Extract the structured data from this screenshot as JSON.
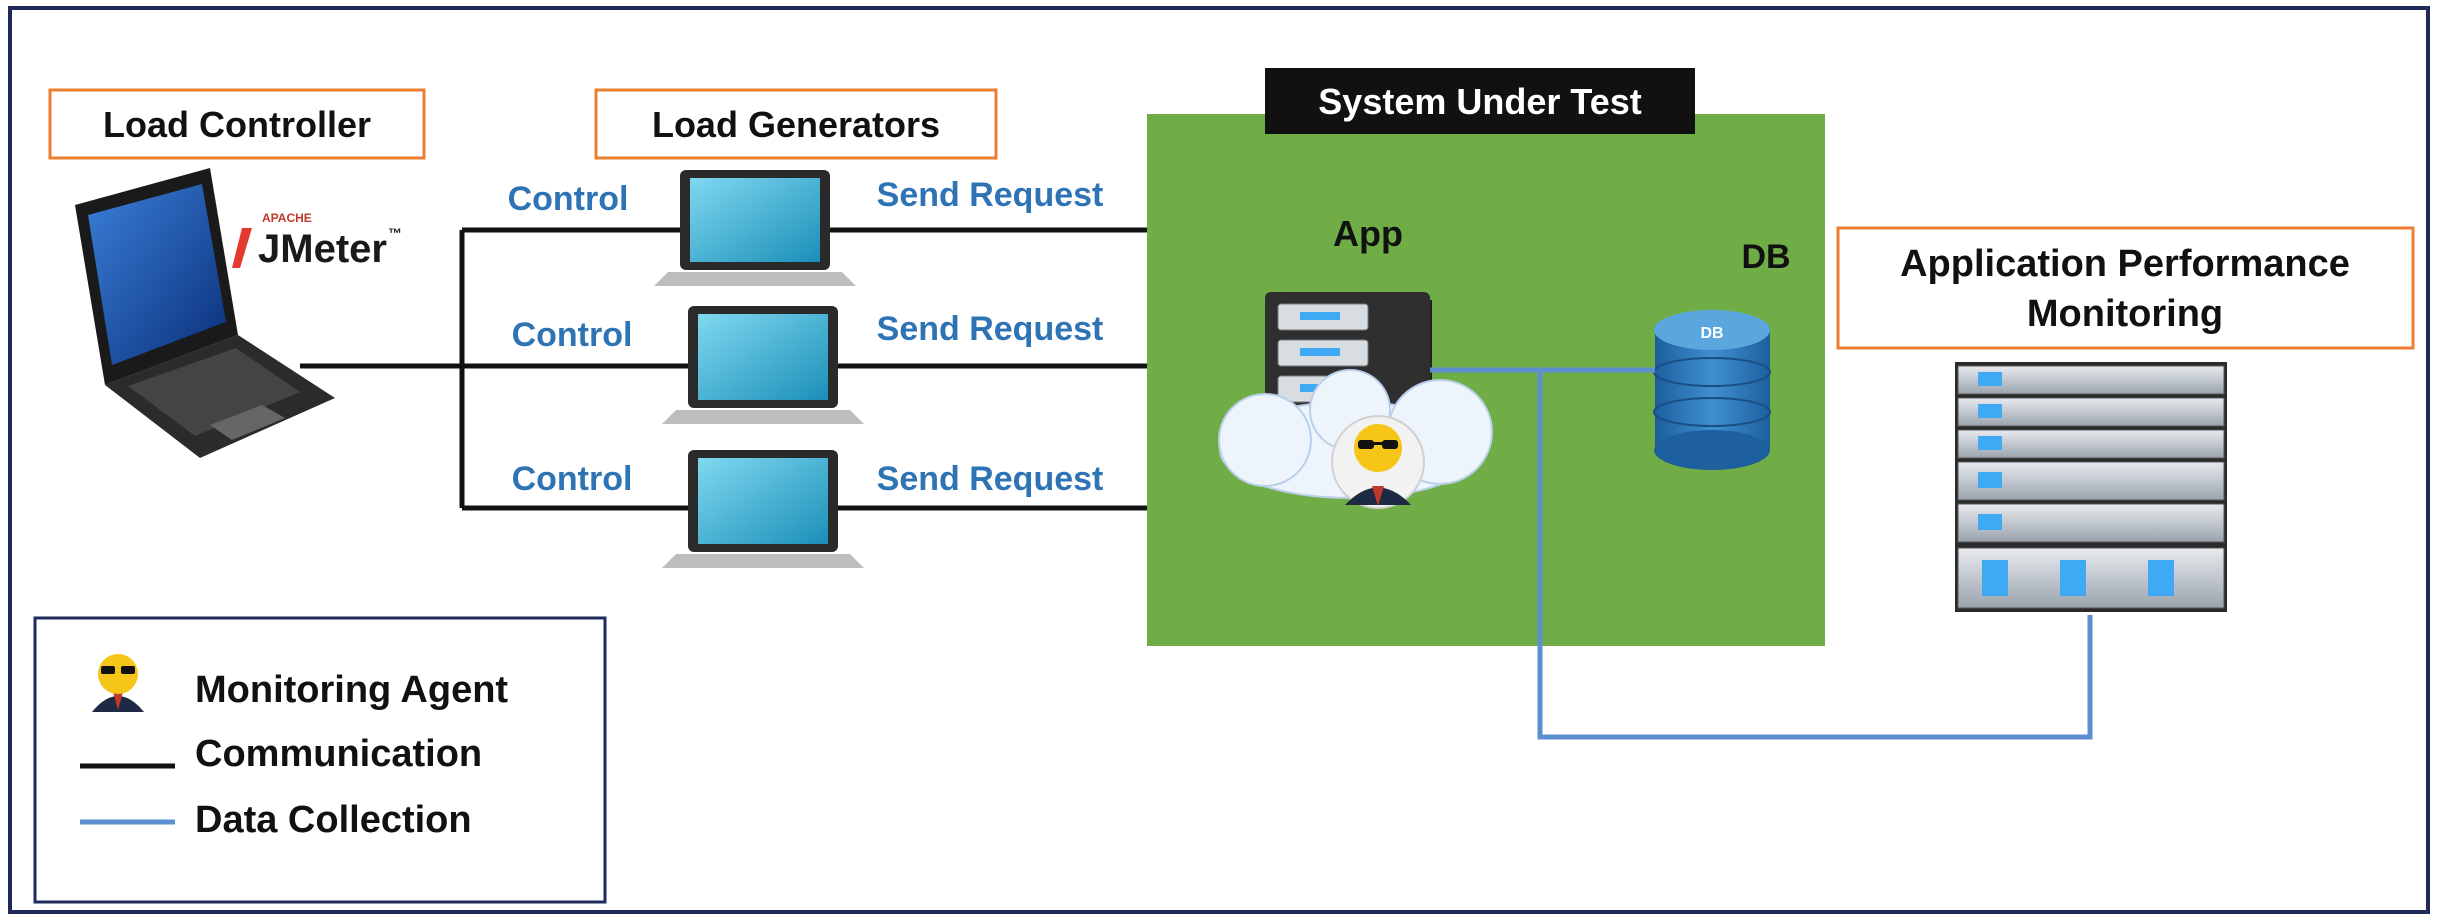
{
  "diagram": {
    "load_controller": {
      "title": "Load Controller",
      "logo_prefix": "APACHE",
      "logo_text": "JMeter",
      "logo_tm": "™"
    },
    "load_generators": {
      "title": "Load Generators",
      "rows": [
        {
          "control_label": "Control",
          "request_label": "Send Request"
        },
        {
          "control_label": "Control",
          "request_label": "Send Request"
        },
        {
          "control_label": "Control",
          "request_label": "Send Request"
        }
      ]
    },
    "system_under_test": {
      "title": "System Under Test",
      "app_label": "App",
      "db_label": "DB",
      "db_icon_text": "DB"
    },
    "apm": {
      "title_line1": "Application Performance",
      "title_line2": "Monitoring"
    },
    "legend": {
      "monitoring_agent": "Monitoring Agent",
      "communication": "Communication",
      "data_collection": "Data Collection"
    }
  },
  "colors": {
    "border": "#1f2a5a",
    "accent_text": "#2e74b5",
    "orange_border": "#ed7d31",
    "sut_green": "#70ad47",
    "data_line": "#5b8fd0",
    "comm_line": "#111111"
  }
}
